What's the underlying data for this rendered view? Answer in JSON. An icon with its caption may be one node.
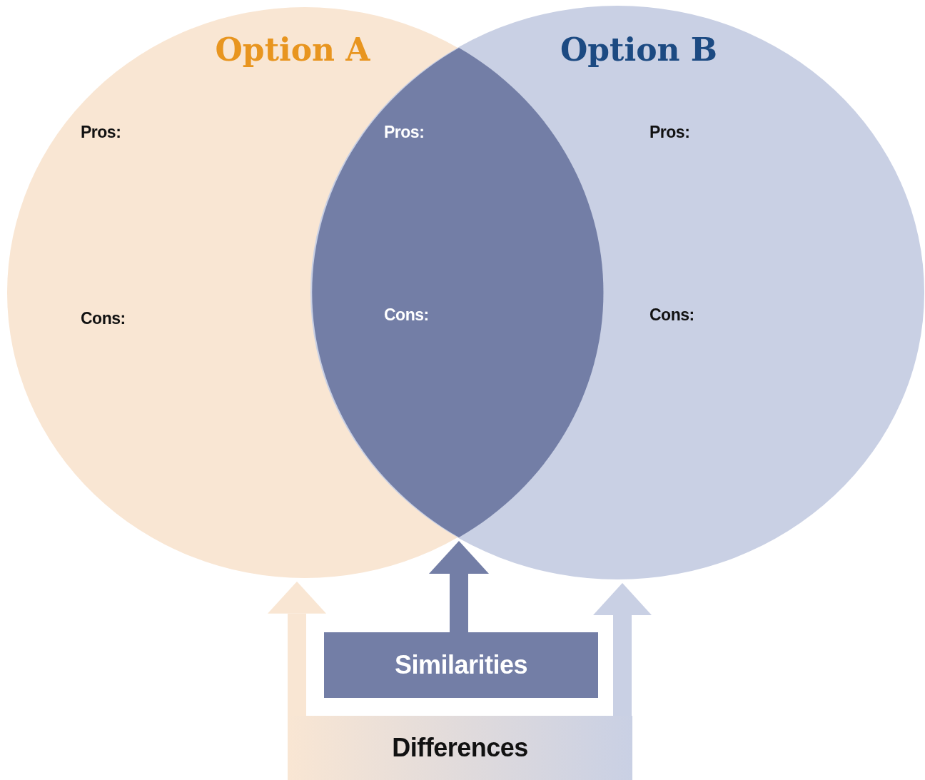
{
  "diagram": {
    "nodes": [
      {
        "text": [
          "Option A",
          "Pros:",
          "Cons:"
        ]
      },
      {
        "text": [
          "Option B",
          "Pros:",
          "Cons:"
        ]
      },
      {
        "text": [
          "Pros:",
          "Cons:"
        ]
      },
      {
        "text": [
          "Similarities"
        ]
      },
      {
        "text": [
          "Differences"
        ]
      }
    ],
    "edges": [
      {
        "from": 3,
        "to": 2,
        "arrow": "to",
        "color": "#737ea6"
      },
      {
        "from": 4,
        "to": 0,
        "arrow": "to",
        "color": "#f9e6d3"
      },
      {
        "from": 4,
        "to": 1,
        "arrow": "to",
        "color": "#c9d0e4"
      }
    ]
  }
}
